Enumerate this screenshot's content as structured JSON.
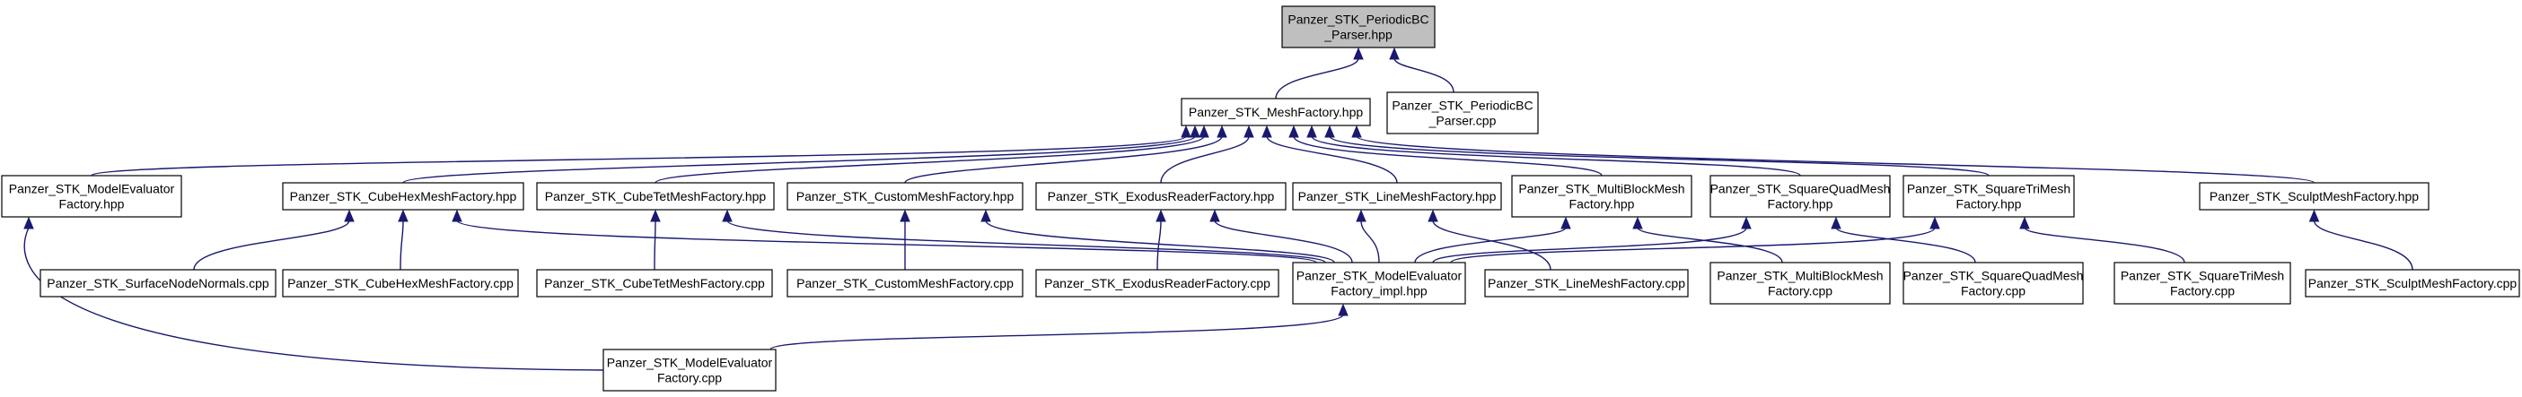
{
  "nodes": [
    {
      "id": "periodicbc_parser_hpp",
      "lines": [
        "Panzer_STK_PeriodicBC",
        "_Parser.hpp"
      ],
      "root": true
    },
    {
      "id": "meshfactory_hpp",
      "lines": [
        "Panzer_STK_MeshFactory.hpp"
      ]
    },
    {
      "id": "periodicbc_parser_cpp",
      "lines": [
        "Panzer_STK_PeriodicBC",
        "_Parser.cpp"
      ]
    },
    {
      "id": "modelevaluator_factory_hpp",
      "lines": [
        "Panzer_STK_ModelEvaluator",
        "Factory.hpp"
      ]
    },
    {
      "id": "cubehex_hpp",
      "lines": [
        "Panzer_STK_CubeHexMeshFactory.hpp"
      ]
    },
    {
      "id": "cubetet_hpp",
      "lines": [
        "Panzer_STK_CubeTetMeshFactory.hpp"
      ]
    },
    {
      "id": "custom_hpp",
      "lines": [
        "Panzer_STK_CustomMeshFactory.hpp"
      ]
    },
    {
      "id": "exodus_hpp",
      "lines": [
        "Panzer_STK_ExodusReaderFactory.hpp"
      ]
    },
    {
      "id": "line_hpp",
      "lines": [
        "Panzer_STK_LineMeshFactory.hpp"
      ]
    },
    {
      "id": "multiblock_hpp",
      "lines": [
        "Panzer_STK_MultiBlockMesh",
        "Factory.hpp"
      ]
    },
    {
      "id": "squarequad_hpp",
      "lines": [
        "Panzer_STK_SquareQuadMesh",
        "Factory.hpp"
      ]
    },
    {
      "id": "squaretri_hpp",
      "lines": [
        "Panzer_STK_SquareTriMesh",
        "Factory.hpp"
      ]
    },
    {
      "id": "sculpt_hpp",
      "lines": [
        "Panzer_STK_SculptMeshFactory.hpp"
      ]
    },
    {
      "id": "surfacenode_cpp",
      "lines": [
        "Panzer_STK_SurfaceNodeNormals.cpp"
      ]
    },
    {
      "id": "cubehex_cpp",
      "lines": [
        "Panzer_STK_CubeHexMeshFactory.cpp"
      ]
    },
    {
      "id": "cubetet_cpp",
      "lines": [
        "Panzer_STK_CubeTetMeshFactory.cpp"
      ]
    },
    {
      "id": "custom_cpp",
      "lines": [
        "Panzer_STK_CustomMeshFactory.cpp"
      ]
    },
    {
      "id": "exodus_cpp",
      "lines": [
        "Panzer_STK_ExodusReaderFactory.cpp"
      ]
    },
    {
      "id": "modelevaluator_impl_hpp",
      "lines": [
        "Panzer_STK_ModelEvaluator",
        "Factory_impl.hpp"
      ]
    },
    {
      "id": "line_cpp",
      "lines": [
        "Panzer_STK_LineMeshFactory.cpp"
      ]
    },
    {
      "id": "multiblock_cpp",
      "lines": [
        "Panzer_STK_MultiBlockMesh",
        "Factory.cpp"
      ]
    },
    {
      "id": "squarequad_cpp",
      "lines": [
        "Panzer_STK_SquareQuadMesh",
        "Factory.cpp"
      ]
    },
    {
      "id": "squaretri_cpp",
      "lines": [
        "Panzer_STK_SquareTriMesh",
        "Factory.cpp"
      ]
    },
    {
      "id": "sculpt_cpp",
      "lines": [
        "Panzer_STK_SculptMeshFactory.cpp"
      ]
    },
    {
      "id": "modelevaluator_factory_cpp",
      "lines": [
        "Panzer_STK_ModelEvaluator",
        "Factory.cpp"
      ]
    }
  ],
  "edges": [
    {
      "from": "meshfactory_hpp",
      "to": "periodicbc_parser_hpp"
    },
    {
      "from": "periodicbc_parser_cpp",
      "to": "periodicbc_parser_hpp"
    },
    {
      "from": "modelevaluator_factory_hpp",
      "to": "meshfactory_hpp"
    },
    {
      "from": "cubehex_hpp",
      "to": "meshfactory_hpp"
    },
    {
      "from": "cubetet_hpp",
      "to": "meshfactory_hpp"
    },
    {
      "from": "custom_hpp",
      "to": "meshfactory_hpp"
    },
    {
      "from": "exodus_hpp",
      "to": "meshfactory_hpp"
    },
    {
      "from": "line_hpp",
      "to": "meshfactory_hpp"
    },
    {
      "from": "multiblock_hpp",
      "to": "meshfactory_hpp"
    },
    {
      "from": "squarequad_hpp",
      "to": "meshfactory_hpp"
    },
    {
      "from": "squaretri_hpp",
      "to": "meshfactory_hpp"
    },
    {
      "from": "sculpt_hpp",
      "to": "meshfactory_hpp"
    },
    {
      "from": "modelevaluator_factory_cpp",
      "to": "modelevaluator_factory_hpp"
    },
    {
      "from": "surfacenode_cpp",
      "to": "cubehex_hpp"
    },
    {
      "from": "cubehex_cpp",
      "to": "cubehex_hpp"
    },
    {
      "from": "modelevaluator_impl_hpp",
      "to": "cubehex_hpp"
    },
    {
      "from": "cubetet_cpp",
      "to": "cubetet_hpp"
    },
    {
      "from": "modelevaluator_impl_hpp",
      "to": "cubetet_hpp"
    },
    {
      "from": "custom_cpp",
      "to": "custom_hpp"
    },
    {
      "from": "modelevaluator_impl_hpp",
      "to": "custom_hpp"
    },
    {
      "from": "exodus_cpp",
      "to": "exodus_hpp"
    },
    {
      "from": "modelevaluator_impl_hpp",
      "to": "exodus_hpp"
    },
    {
      "from": "modelevaluator_impl_hpp",
      "to": "line_hpp"
    },
    {
      "from": "line_cpp",
      "to": "line_hpp"
    },
    {
      "from": "modelevaluator_impl_hpp",
      "to": "multiblock_hpp"
    },
    {
      "from": "multiblock_cpp",
      "to": "multiblock_hpp"
    },
    {
      "from": "modelevaluator_impl_hpp",
      "to": "squarequad_hpp"
    },
    {
      "from": "squarequad_cpp",
      "to": "squarequad_hpp"
    },
    {
      "from": "modelevaluator_impl_hpp",
      "to": "squaretri_hpp"
    },
    {
      "from": "squaretri_cpp",
      "to": "squaretri_hpp"
    },
    {
      "from": "sculpt_cpp",
      "to": "sculpt_hpp"
    },
    {
      "from": "modelevaluator_factory_cpp",
      "to": "modelevaluator_impl_hpp"
    }
  ],
  "colors": {
    "edge": "#191970",
    "root_fill": "#bfbfbf",
    "node_fill": "#ffffff",
    "node_border": "#000000"
  }
}
